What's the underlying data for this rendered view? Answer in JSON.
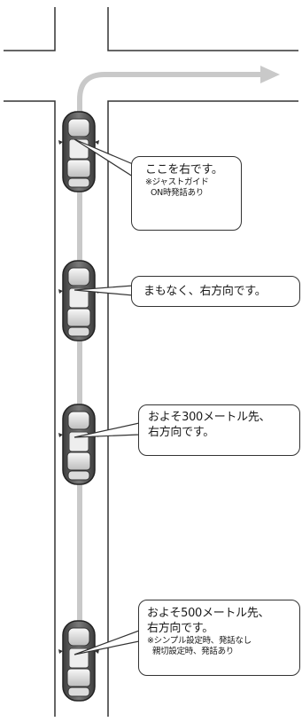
{
  "bubbles": {
    "turn_here": {
      "main": "ここを右です。",
      "note_1": "※ジャストガイド",
      "note_2": "ON時発話あり"
    },
    "soon": {
      "main": "まもなく、右方向です。"
    },
    "d300": {
      "main_1": "およそ300メートル先、",
      "main_2": "右方向です。"
    },
    "d500": {
      "main_1": "およそ500メートル先、",
      "main_2": "右方向です。",
      "note_1": "※シンプル設定時、発話なし",
      "note_2": "親切設定時、発話あり"
    }
  },
  "colors": {
    "road_edge": "#333333",
    "route": "#c9c9c9",
    "car_body": "#555555",
    "car_light": "#f0f0f0"
  },
  "icons": [
    "car-icon",
    "route-arrow-icon"
  ]
}
